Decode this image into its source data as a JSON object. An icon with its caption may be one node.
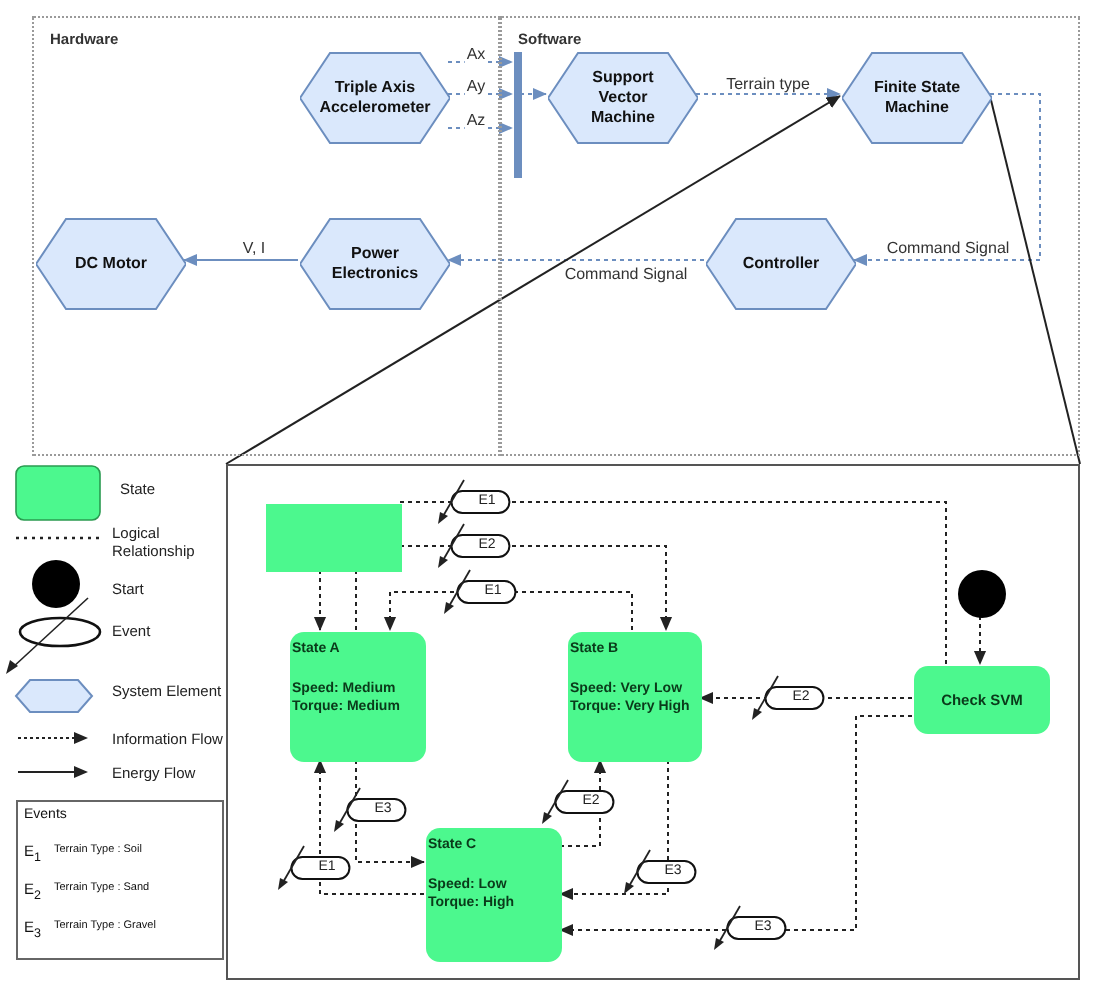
{
  "diagram": {
    "nodes": [
      {
        "text": [
          "Hardware"
        ]
      },
      {
        "text": [
          "Software"
        ]
      },
      {
        "text": [
          "Triple Axis Accelerometer"
        ],
        "in": 0
      },
      {
        "text": [
          "Support Vector Machine"
        ],
        "in": 1
      },
      {
        "text": [
          "Finite State Machine"
        ],
        "in": 1
      },
      {
        "text": [
          "DC Motor"
        ],
        "in": 0
      },
      {
        "text": [
          "Power Electronics"
        ],
        "in": 0
      },
      {
        "text": [
          "Controller"
        ],
        "in": 1
      },
      {
        "text": [],
        "shape": "bar",
        "in": 1
      },
      {
        "text": [],
        "shape": "box"
      },
      {
        "text": [],
        "shape": "box",
        "in": 9
      },
      {
        "text": [
          "State A",
          "Speed: Medium Torque: Medium"
        ],
        "in": 9
      },
      {
        "text": [
          "State B",
          "Speed: Very Low Torque: Very High"
        ],
        "in": 9
      },
      {
        "text": [],
        "shape": "circle",
        "in": 9
      },
      {
        "text": [
          "Check SVM"
        ],
        "in": 9
      },
      {
        "text": [
          "State C",
          "Speed: Low Torque: High"
        ],
        "in": 9
      },
      {
        "text": [
          "Events",
          "E$_{1}$",
          "Terrain Type : Soil",
          "E$_{2}$",
          "Terrain Type : Sand",
          "E$_{3}$",
          "Terrain Type : Gravel"
        ]
      }
    ],
    "edges": [
      {
        "from": 2,
        "to": 8,
        "arrow": "to",
        "label": "Ax",
        "style": "dashed",
        "color": "#6c8ebf"
      },
      {
        "from": 2,
        "to": 8,
        "arrow": "to",
        "label": "Ay",
        "style": "dashed",
        "color": "#6c8ebf"
      },
      {
        "from": 2,
        "to": 8,
        "arrow": "to",
        "label": "Az",
        "style": "dashed",
        "color": "#6c8ebf"
      },
      {
        "from": 8,
        "to": 3,
        "arrow": "to",
        "style": "dashed",
        "color": "#6c8ebf"
      },
      {
        "from": 3,
        "to": 4,
        "arrow": "to",
        "label": "Terrain type",
        "style": "dashed",
        "color": "#6c8ebf"
      },
      {
        "from": 4,
        "to": 7,
        "arrow": "to",
        "label": "Command Signal",
        "style": "dashed",
        "color": "#6c8ebf"
      },
      {
        "from": 7,
        "to": 6,
        "arrow": "to",
        "label": "Command Signal",
        "style": "dashed",
        "color": "#6c8ebf"
      },
      {
        "from": 6,
        "to": 5,
        "arrow": "to",
        "label": "V, I",
        "color": "#6c8ebf"
      },
      {
        "from": 9,
        "to": 4,
        "arrow": "to"
      },
      {
        "from": 4,
        "to": 9,
        "arrow": "none"
      },
      {
        "from": 14,
        "to": 10,
        "arrow": "none",
        "label": "E1",
        "style": "dashed"
      },
      {
        "from": 10,
        "to": 12,
        "arrow": "to",
        "label": "E2",
        "style": "dashed"
      },
      {
        "from": 10,
        "to": 11,
        "arrow": "to",
        "style": "dashed"
      },
      {
        "from": 11,
        "to": 10,
        "arrow": "none",
        "style": "dashed"
      },
      {
        "from": 12,
        "to": 11,
        "arrow": "to",
        "label": "E1",
        "style": "dashed"
      },
      {
        "from": 14,
        "to": 12,
        "arrow": "to",
        "label": "E2",
        "style": "dashed"
      },
      {
        "from": 15,
        "to": 12,
        "arrow": "to",
        "label": "E2",
        "style": "dashed"
      },
      {
        "from": 12,
        "to": 15,
        "arrow": "to",
        "label": "E3",
        "style": "dashed"
      },
      {
        "from": 14,
        "to": 15,
        "arrow": "to",
        "label": "E3",
        "style": "dashed"
      },
      {
        "from": 11,
        "to": 15,
        "arrow": "to",
        "label": "E3",
        "style": "dashed"
      },
      {
        "from": 15,
        "to": 11,
        "arrow": "to",
        "label": "E1",
        "style": "dashed"
      },
      {
        "from": 13,
        "to": 14,
        "arrow": "to",
        "style": "dashed"
      }
    ],
    "legend": [
      {
        "text": "State",
        "color": "#4cf88e"
      },
      {
        "text": "Logical Relationship"
      },
      {
        "text": "Start"
      },
      {
        "text": "Event"
      },
      {
        "text": "System Element"
      },
      {
        "text": "Information Flow"
      },
      {
        "text": "Energy Flow"
      }
    ]
  }
}
